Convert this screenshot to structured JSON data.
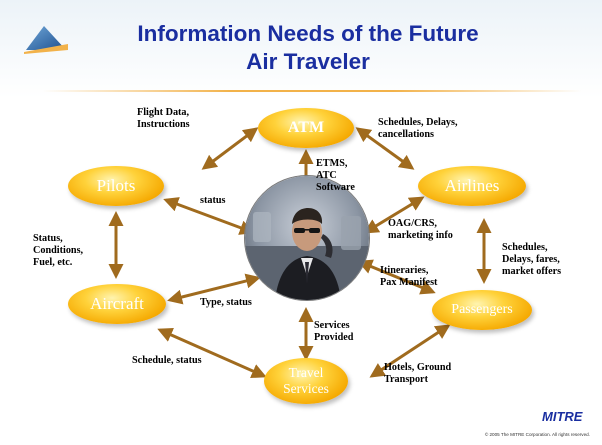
{
  "title": {
    "line1": "Information Needs of the Future",
    "line2": "Air Traveler"
  },
  "nodes": {
    "atm": "ATM",
    "pilots": "Pilots",
    "airlines": "Airlines",
    "aircraft": "Aircraft",
    "passengers": "Passengers",
    "travel_services": "Travel Services"
  },
  "labels": {
    "flight_data": "Flight Data,\nInstructions",
    "schedules_delays_cancellations": "Schedules, Delays,\ncancellations",
    "etms": "ETMS,\nATC\nSoftware",
    "status": "status",
    "oag_crs": "OAG/CRS,\nmarketing info",
    "status_conditions": "Status,\nConditions,\nFuel, etc.",
    "schedules_fares": "Schedules,\nDelays, fares,\nmarket offers",
    "itineraries": "Itineraries,\nPax Manifest",
    "type_status": "Type, status",
    "services_provided": "Services\nProvided",
    "schedule_status": "Schedule, status",
    "hotels": "Hotels, Ground\nTransport"
  },
  "footer": {
    "brand": "MITRE",
    "copyright": "© 2005 The MITRE Corporation. All rights reserved."
  },
  "colors": {
    "title": "#1a2ea0",
    "arrow": "#a06b1e",
    "node_fill": "#f7b500",
    "rule": "#f2b24a"
  }
}
